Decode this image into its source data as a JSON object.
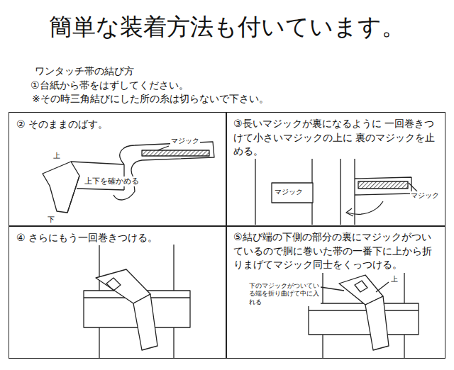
{
  "diagram": {
    "title": "簡単な装着方法も付いています。",
    "nodes": [
      {
        "text": [
          "② そのままのばす。"
        ]
      },
      {
        "text": [
          "③長いマジックが裏になるように 一回巻きつけて小さいマジックの上に 裏のマジックを止める。"
        ]
      },
      {
        "text": [
          "④ さらにもう一回巻きつける。"
        ]
      },
      {
        "text": [
          "⑤結び端の下側の部分の裏にマジックがついているので胴に巻いた帯の一番下に上から折りまげてマジック同士をくっつける。"
        ]
      }
    ],
    "labels": [
      "ワンタッチ帯の結び方",
      "①台紙から帯をはずしてください。",
      "※その時三角結びにした所の糸は切らないで下さい。",
      "マジック",
      "上",
      "上下を確かめる",
      "下",
      "マジック",
      "マジック",
      "下のマジックがついている端を折り曲げて中に入れる",
      "上"
    ]
  }
}
